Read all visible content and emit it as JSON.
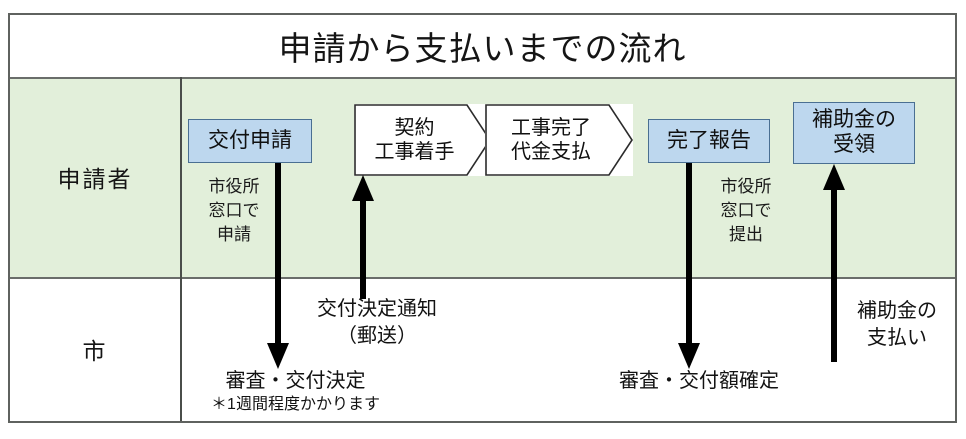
{
  "diagram": {
    "title": "申請から支払いまでの流れ",
    "rows": [
      {
        "id": "applicant",
        "label": "申請者"
      },
      {
        "id": "city",
        "label": "市"
      }
    ],
    "applicant_steps": [
      {
        "id": "grant-application",
        "label": "交付申請",
        "shape": "rect",
        "fill": "#bdd7ee"
      },
      {
        "id": "contract-start",
        "label": "契約\n工事着手",
        "shape": "chevron",
        "fill": "#ffffff"
      },
      {
        "id": "work-complete-pay",
        "label": "工事完了\n代金支払",
        "shape": "chevron",
        "fill": "#ffffff"
      },
      {
        "id": "completion-report",
        "label": "完了報告",
        "shape": "rect",
        "fill": "#bdd7ee"
      },
      {
        "id": "subsidy-receipt",
        "label": "補助金の\n受領",
        "shape": "rect",
        "fill": "#bdd7ee"
      }
    ],
    "applicant_notes": [
      {
        "id": "apply-at-counter",
        "text": "市役所\n窓口で\n申請"
      },
      {
        "id": "submit-at-counter",
        "text": "市役所\n窓口で\n提出"
      }
    ],
    "city_captions": [
      {
        "id": "review-grant-decision",
        "text": "審査・交付決定",
        "sub": "＊1週間程度かかります"
      },
      {
        "id": "review-amount-fixed",
        "text": "審査・交付額確定",
        "sub": ""
      }
    ],
    "city_notes": [
      {
        "id": "grant-decision-notice",
        "text": "交付決定通知\n（郵送）"
      },
      {
        "id": "subsidy-payment",
        "text": "補助金の\n支払い"
      }
    ],
    "colors": {
      "row_applicant_fill": "#e2efda",
      "row_city_fill": "#ffffff",
      "process_box_fill": "#bdd7ee",
      "process_box_border": "#4a6f92",
      "table_border": "#5f625f",
      "arrow": "#000000"
    }
  }
}
